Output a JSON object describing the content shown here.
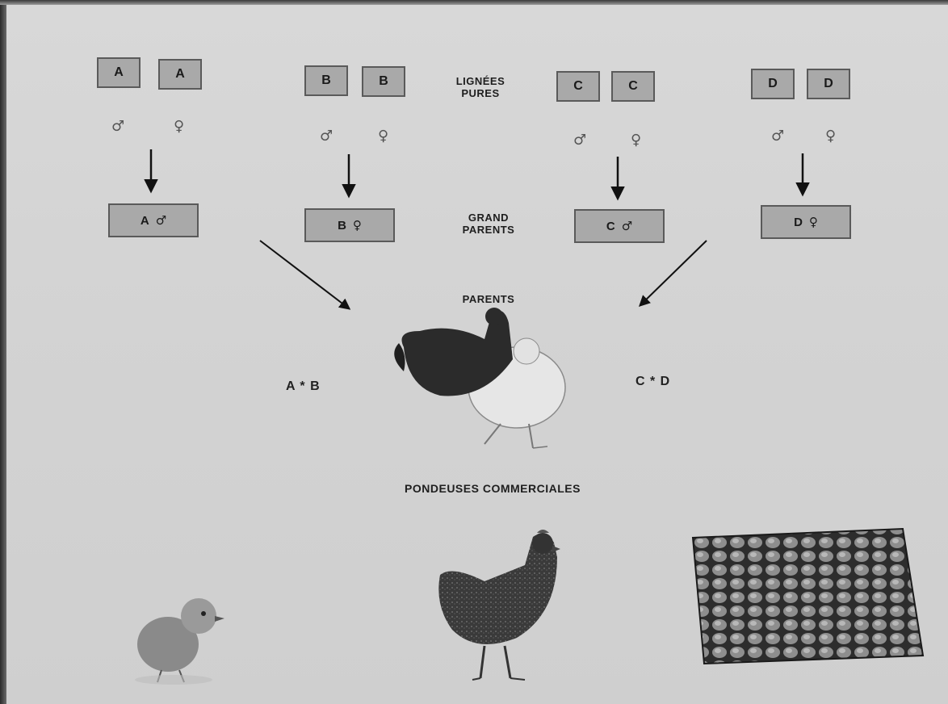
{
  "pure_lines": [
    {
      "line": "A",
      "left": "A",
      "right": "A",
      "male": "♂",
      "female": "♀"
    },
    {
      "line": "B",
      "left": "B",
      "right": "B",
      "male": "♂",
      "female": "♀"
    },
    {
      "line": "C",
      "left": "C",
      "right": "C",
      "male": "♂",
      "female": "♀"
    },
    {
      "line": "D",
      "left": "D",
      "right": "D",
      "male": "♂",
      "female": "♀"
    }
  ],
  "labels": {
    "lignees_1": "LIGNÉES",
    "lignees_2": "PURES",
    "grand_1": "GRAND",
    "grand_2": "PARENTS",
    "parents": "PARENTS",
    "cross_left": "A * B",
    "cross_right": "C * D",
    "pondeuses": "PONDEUSES COMMERCIALES"
  },
  "grandparents": [
    {
      "letter": "A",
      "sex": "♂"
    },
    {
      "letter": "B",
      "sex": "♀"
    },
    {
      "letter": "C",
      "sex": "♂"
    },
    {
      "letter": "D",
      "sex": "♀"
    }
  ],
  "images": [
    "hen-pair-parents",
    "chick",
    "laying-hen",
    "eggs-tray"
  ]
}
